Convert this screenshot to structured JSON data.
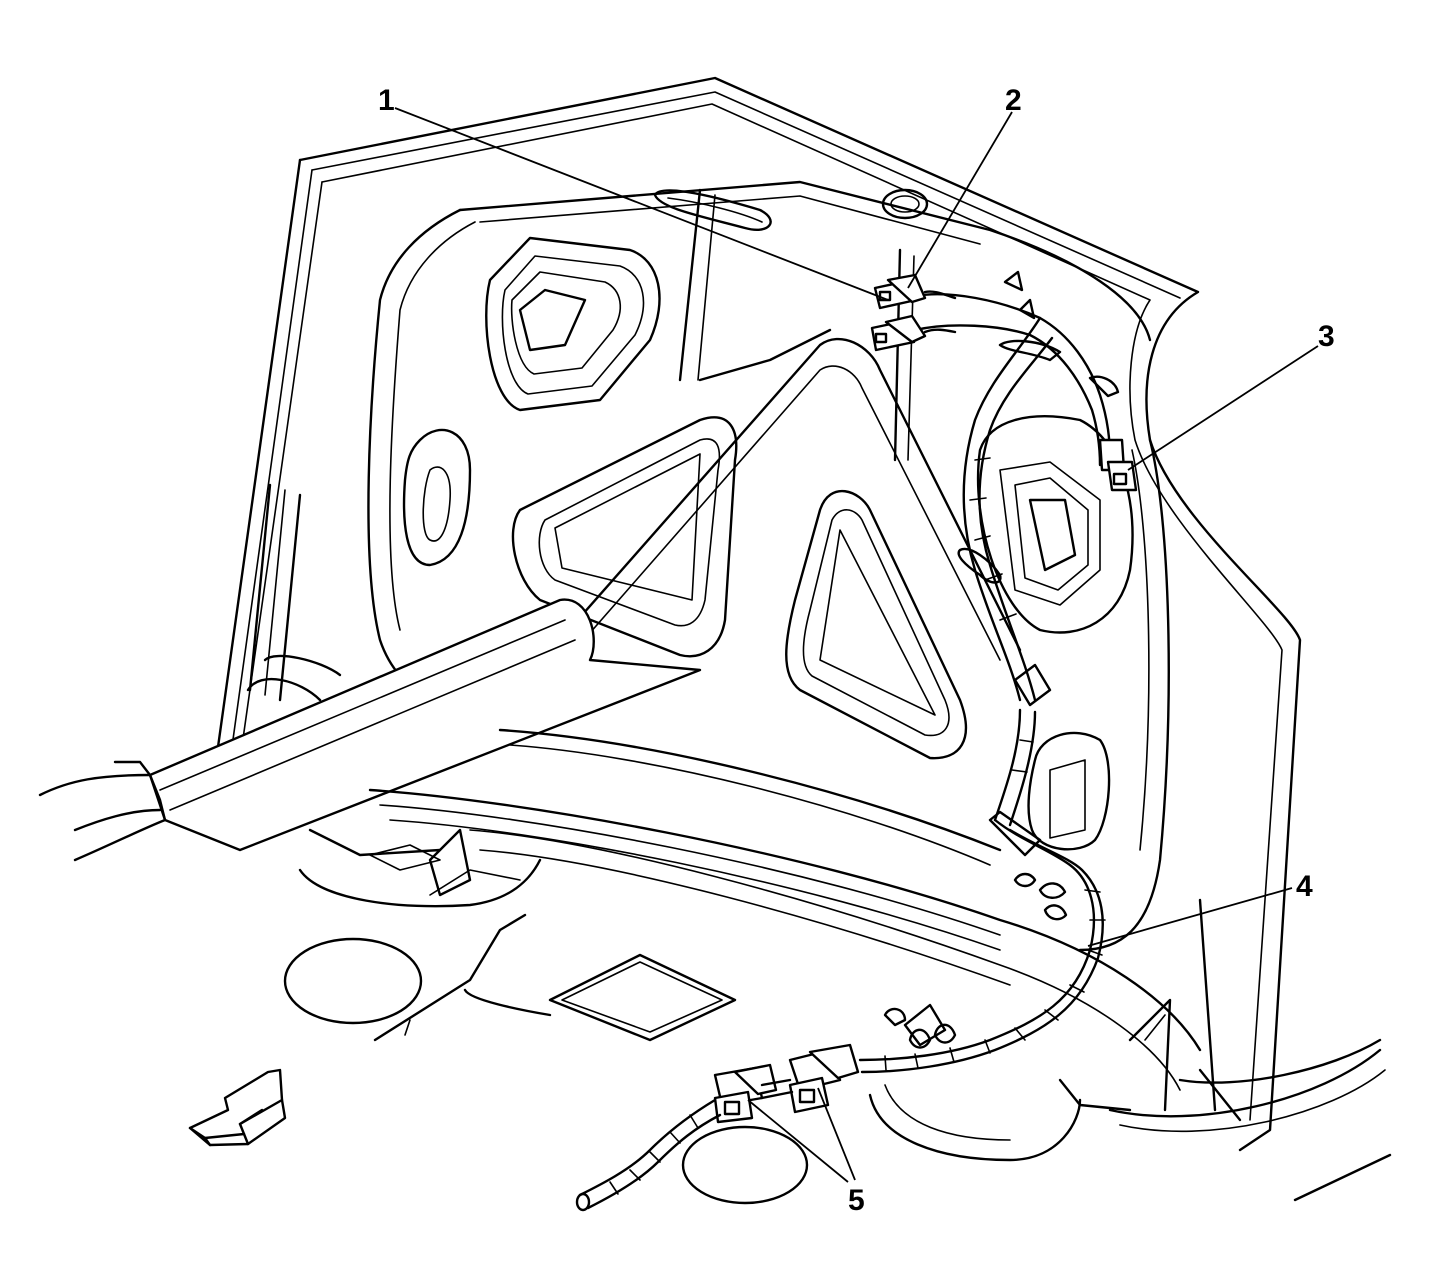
{
  "callouts": [
    {
      "id": "1",
      "label": "1"
    },
    {
      "id": "2",
      "label": "2"
    },
    {
      "id": "3",
      "label": "3"
    },
    {
      "id": "4",
      "label": "4"
    },
    {
      "id": "5",
      "label": "5"
    }
  ],
  "icons": {
    "direction_arrow": "forward-direction-arrow-icon"
  },
  "colors": {
    "line": "#000000",
    "background": "#ffffff"
  }
}
